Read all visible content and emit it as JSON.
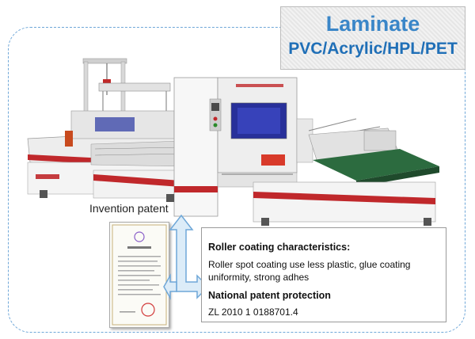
{
  "badge": {
    "title": "Laminate",
    "subtitle": "PVC/Acrylic/HPL/PET"
  },
  "invention_label": "Invention patent",
  "info": {
    "heading1": "Roller coating characteristics:",
    "text1": "Roller spot coating use less plastic, glue coating uniformity, strong adhes",
    "heading2": "National patent protection",
    "text2": "ZL 2010 1 0188701.4"
  },
  "colors": {
    "badge_title": "#3a86c8",
    "badge_subtitle": "#1f6fb7",
    "frame": "#6fa7d8",
    "machine_stripe": "#c0282b",
    "conveyor": "#2c6b3f",
    "arrow_fill": "#dcecf8",
    "arrow_stroke": "#6fa7d8"
  }
}
